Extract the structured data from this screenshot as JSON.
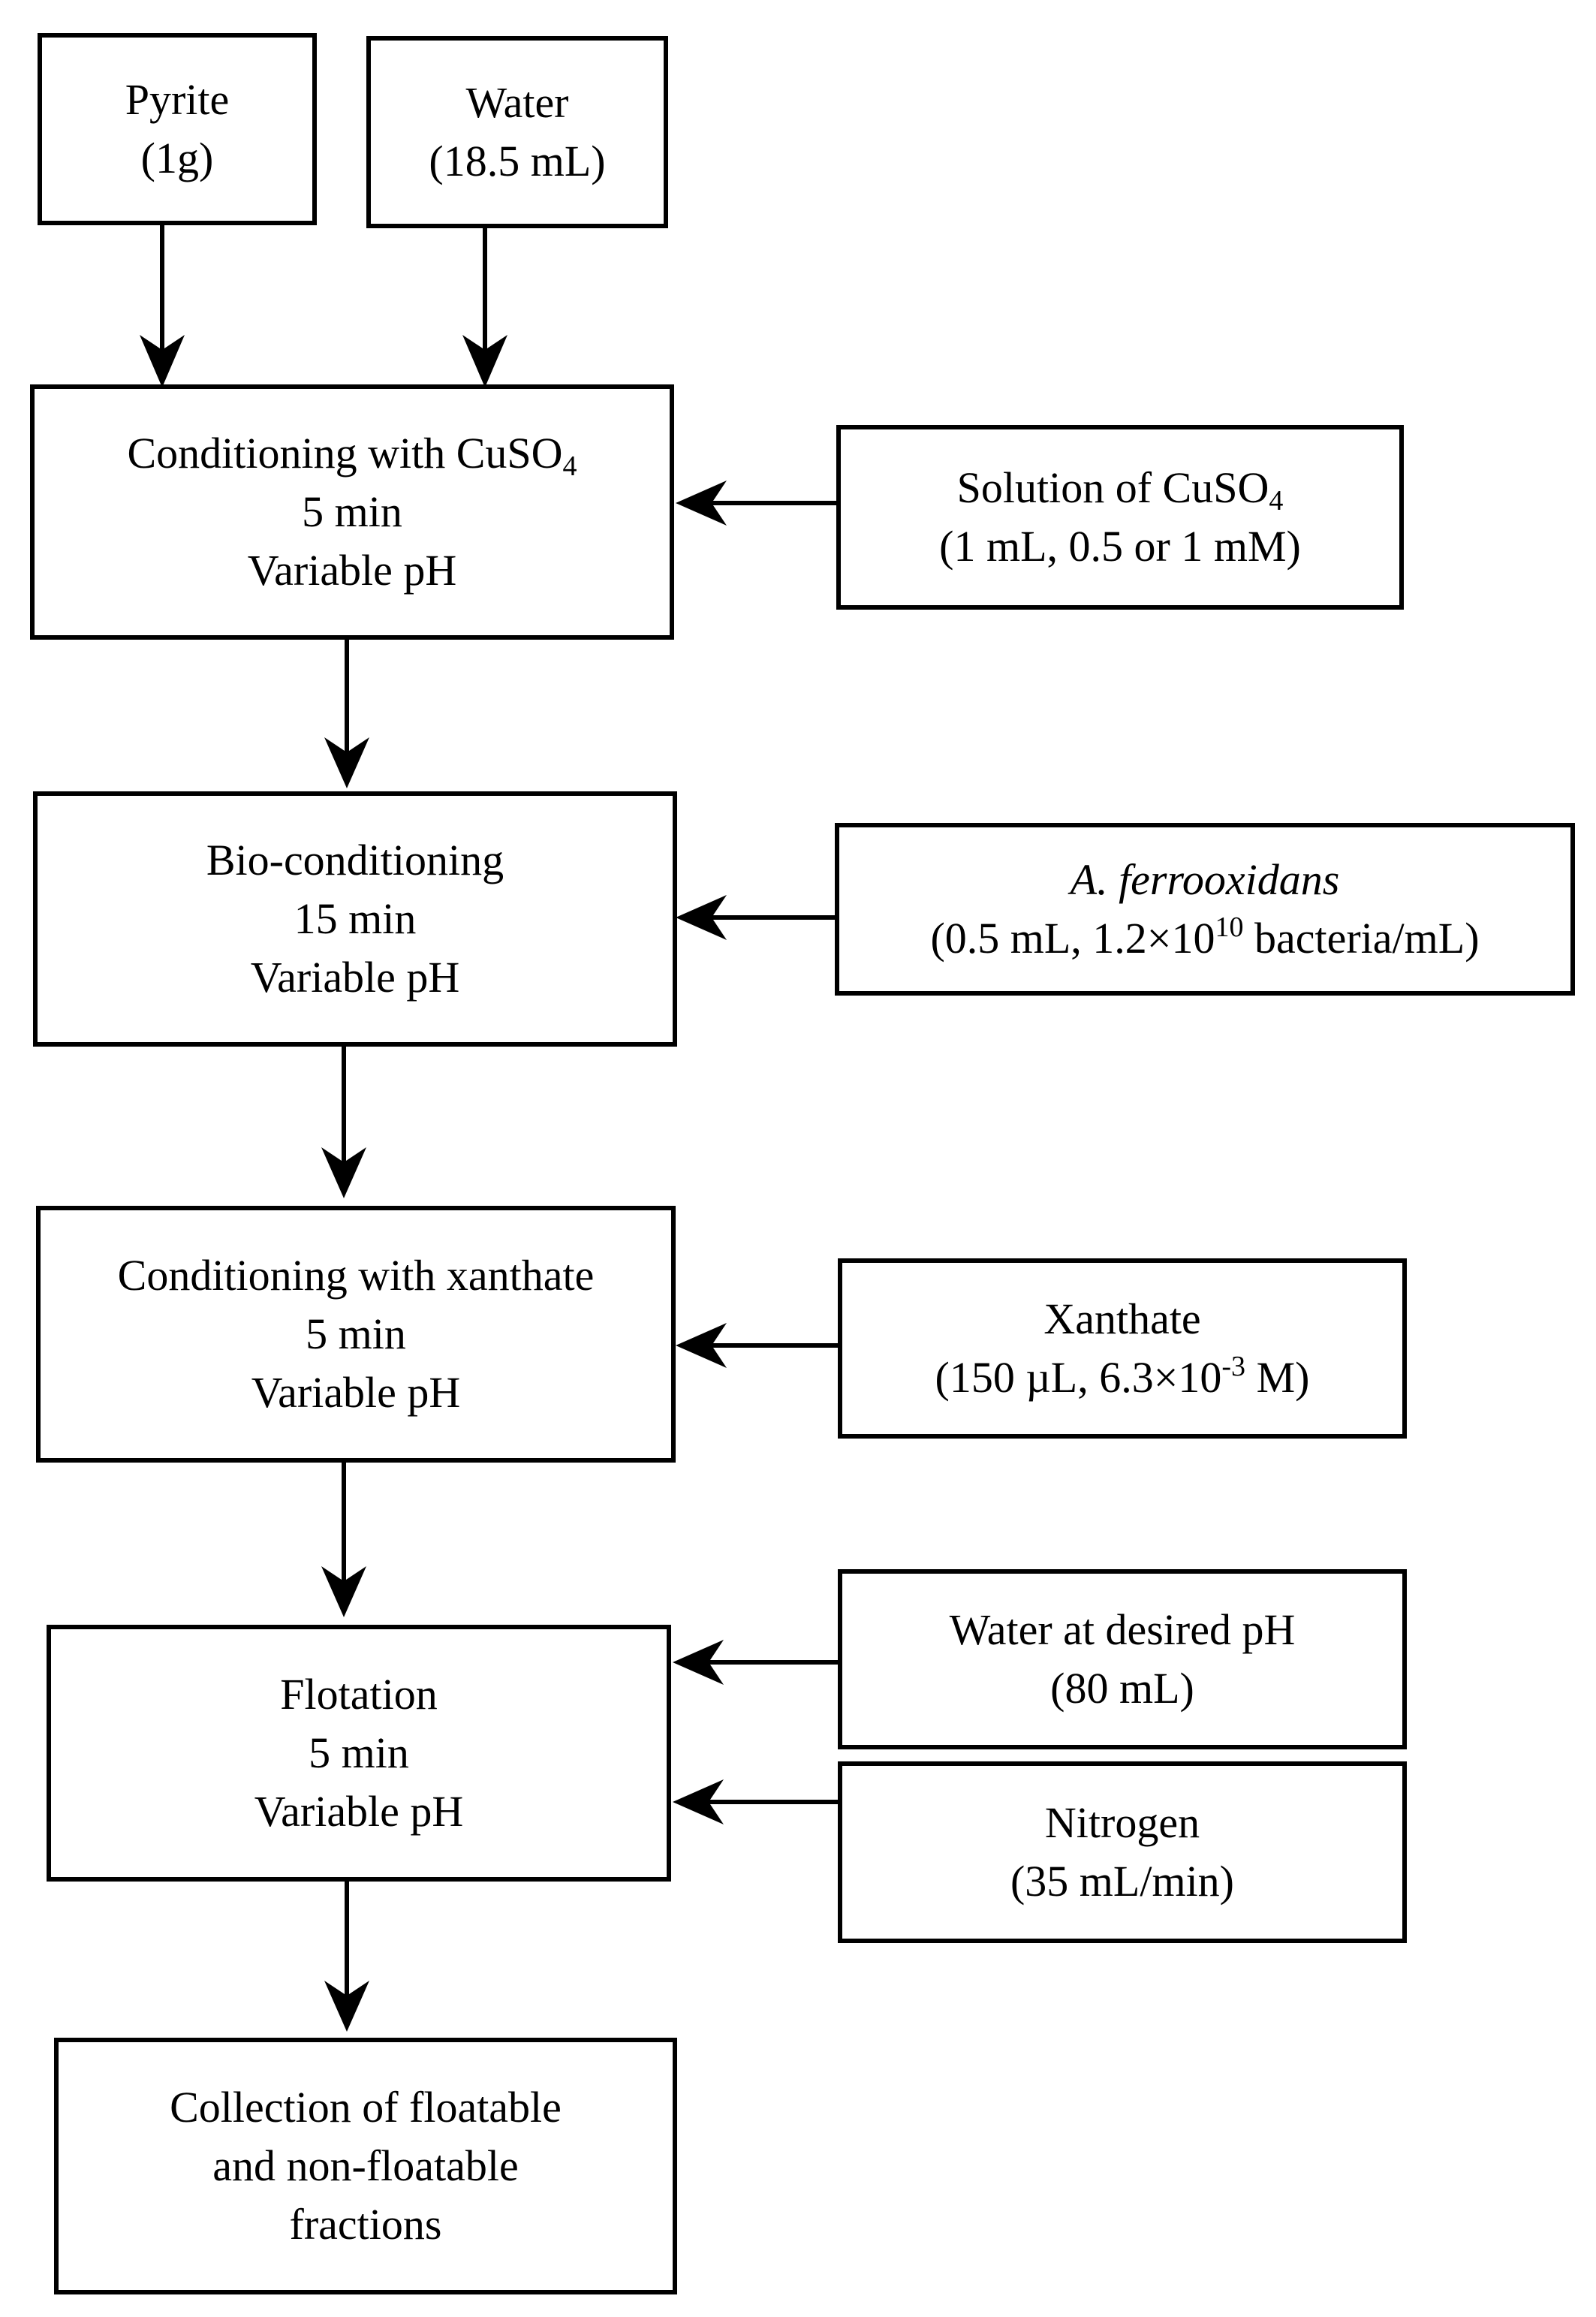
{
  "inputs_top": {
    "pyrite": {
      "line1": "Pyrite",
      "line2": "(1g)"
    },
    "water": {
      "line1": "Water",
      "line2": "(18.5 mL)"
    }
  },
  "steps": {
    "conditioning_cuso4": {
      "line1": "Conditioning with CuSO",
      "line1_sub": "4",
      "line2": "5 min",
      "line3": "Variable pH"
    },
    "bio_conditioning": {
      "line1": "Bio-conditioning",
      "line2": "15 min",
      "line3": "Variable pH"
    },
    "conditioning_xanthate": {
      "line1": "Conditioning with xanthate",
      "line2": "5 min",
      "line3": "Variable pH"
    },
    "flotation": {
      "line1": "Flotation",
      "line2": "5 min",
      "line3": "Variable pH"
    },
    "collection": {
      "line1": "Collection of floatable",
      "line2": "and non-floatable",
      "line3": "fractions"
    }
  },
  "inputs_side": {
    "cuso4_solution": {
      "line1": "Solution of CuSO",
      "line1_sub": "4",
      "line2": "(1 mL, 0.5 or 1 mM)"
    },
    "bacteria": {
      "line1": "A. ferrooxidans",
      "line2_a": "(0.5 mL, 1.2×10",
      "line2_sup": "10",
      "line2_b": " bacteria/mL)"
    },
    "xanthate": {
      "line1": "Xanthate",
      "line2_a": "(150 µL, 6.3×10",
      "line2_sup": "-3",
      "line2_b": " M)"
    },
    "water_ph": {
      "line1": "Water at desired pH",
      "line2": "(80 mL)"
    },
    "nitrogen": {
      "line1": "Nitrogen",
      "line2": "(35 mL/min)"
    }
  }
}
